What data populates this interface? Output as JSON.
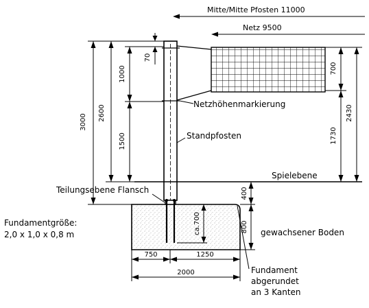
{
  "top_dims": {
    "center_center": "Mitte/Mitte Pfosten 11000",
    "net": "Netz 9500"
  },
  "left_dims": {
    "total_height": "3000",
    "post_to_ground": "2600",
    "upper_section": "1000",
    "offset_top": "70",
    "lower_section": "1500"
  },
  "right_dims": {
    "net_height": "700",
    "net_bottom": "1730",
    "net_top": "2430"
  },
  "labels": {
    "net_height_marking": "Netzhöhenmarkierung",
    "standing_post": "Standpfosten",
    "play_level": "Spielebene",
    "flange": "Teilungsebene Flansch",
    "foundation_size_title": "Fundamentgröße:",
    "foundation_size_value": "2,0 x 1,0 x 0,8 m",
    "natural_ground": "gewachsener Boden",
    "foundation_note_1": "Fundament",
    "foundation_note_2": "abgerundet",
    "foundation_note_3": "an 3 Kanten"
  },
  "foundation_dims": {
    "depth_to_top": "400",
    "depth": "800",
    "anchor": "ca.700",
    "left_part": "750",
    "right_part": "1250",
    "total_width": "2000"
  }
}
